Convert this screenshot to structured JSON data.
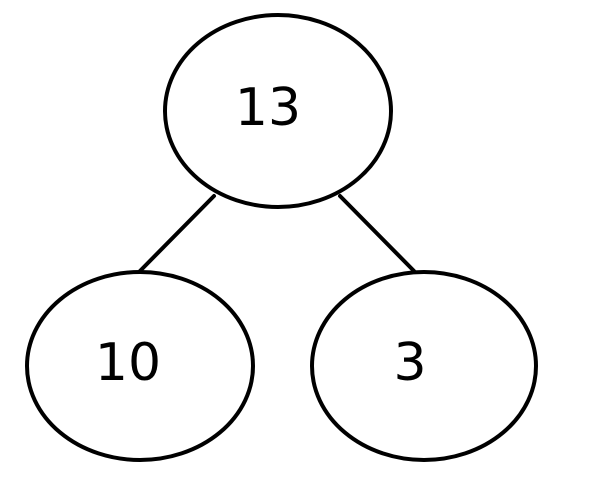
{
  "tree": {
    "root": {
      "label": "13"
    },
    "left": {
      "label": "10"
    },
    "right": {
      "label": "3"
    }
  },
  "colors": {
    "stroke": "#000000",
    "fill": "#ffffff",
    "text": "#000000"
  }
}
